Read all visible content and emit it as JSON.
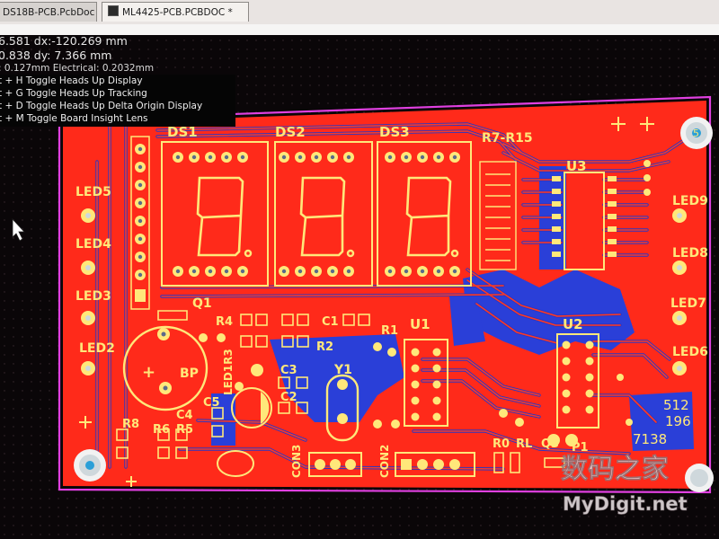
{
  "tabs": [
    {
      "label": "DS18B-PCB.PcbDoc"
    },
    {
      "label": "ML4425-PCB.PCBDOC *"
    }
  ],
  "hud": {
    "x_line": "6.581   dx:-120.269  mm",
    "y_line": "0.838   dy:  7.366   mm",
    "snap_line": ": 0.127mm Electrical: 0.2032mm",
    "shortcuts": [
      "t + H  Toggle Heads Up Display",
      "t + G  Toggle Heads Up Tracking",
      "t + D  Toggle Heads Up Delta Origin Display",
      "t + M  Toggle Board Insight Lens"
    ]
  },
  "labels": {
    "ds1": "DS1",
    "ds2": "DS2",
    "ds3": "DS3",
    "r7r15": "R7-R15",
    "u3": "U3",
    "u2": "U2",
    "u1": "U1",
    "q1": "Q1",
    "q3": "Q3",
    "led5": "LED5",
    "led4": "LED4",
    "led3": "LED3",
    "led2": "LED2",
    "led9": "LED9",
    "led8": "LED8",
    "led7": "LED7",
    "led6": "LED6",
    "led1r3": "LED1R3",
    "r4": "R4",
    "c1": "C1",
    "r1": "R1",
    "r2": "R2",
    "c3": "C3",
    "c2": "C2",
    "y1": "Y1",
    "c5": "C5",
    "c4": "C4",
    "r8": "R8",
    "r6": "R6",
    "r5": "R5",
    "bp": "BP",
    "plus": "+",
    "con3": "CON3",
    "con2": "CON2",
    "r0": "R0",
    "rl": "RL",
    "p1": "P1",
    "sticker_a": "512",
    "sticker_b": "196",
    "sticker_c": "7138",
    "pad5": "5"
  },
  "watermark": {
    "cn": "数码之家",
    "en": "MyDigit.net"
  },
  "colors": {
    "board": "#ff2a1a",
    "silkscreen": "#ffe87a",
    "bottom_copper": "#2a3fd8",
    "outline": "#e040e0"
  }
}
